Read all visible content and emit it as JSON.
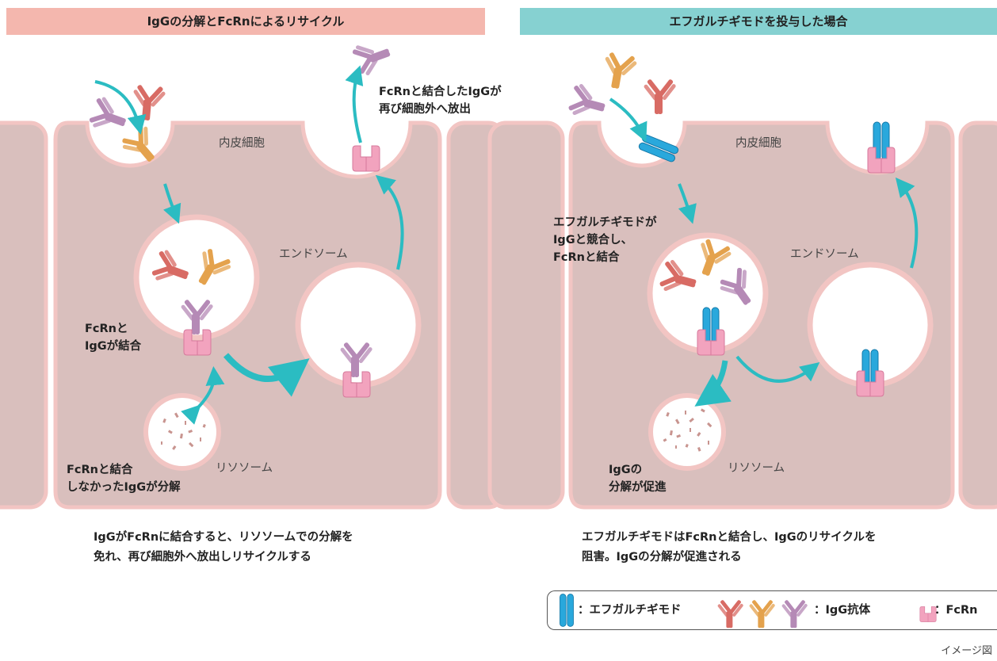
{
  "left_panel": {
    "header": "IgGの分解とFcRnによるリサイクル",
    "cell_label": "内皮細胞",
    "endosome_label": "エンドソーム",
    "lysosome_label": "リソソーム",
    "released_label": [
      "FcRnと結合したIgGが",
      "再び細胞外へ放出"
    ],
    "binding_label": [
      "FcRnと",
      "IgGが結合"
    ],
    "degraded_label": [
      "FcRnと結合",
      "しなかったIgGが分解"
    ],
    "caption": [
      "IgGがFcRnに結合すると、リソソームでの分解を",
      "免れ、再び細胞外へ放出しリサイクルする"
    ]
  },
  "right_panel": {
    "header": "エフガルチギモドを投与した場合",
    "cell_label": "内皮細胞",
    "endosome_label": "エンドソーム",
    "lysosome_label": "リソソーム",
    "compete_label": [
      "エフガルチギモドが",
      "IgGと競合し、",
      "FcRnと結合"
    ],
    "promote_label": [
      "IgGの",
      "分解が促進"
    ],
    "caption": [
      "エフガルチギモドはFcRnと結合し、IgGのリサイクルを",
      "阻害。IgGの分解が促進される"
    ]
  },
  "legend": {
    "efgartigimod": "：エフガルチギモド",
    "igg": "：IgG抗体",
    "fcrn": "：FcRn"
  },
  "footnote": "イメージ図",
  "colors": {
    "left_header": "#f4b7ae",
    "right_header": "#86d1d1",
    "cell_fill": "#d9bfbd",
    "cell_border": "#f2c5c3",
    "arrow": "#2bbcc2",
    "efgartigimod": "#29a8dc",
    "fcrn": "#f2a3be",
    "igg_red": "#d86b64",
    "igg_orange": "#e4a24d",
    "igg_purple": "#b58ab6"
  }
}
